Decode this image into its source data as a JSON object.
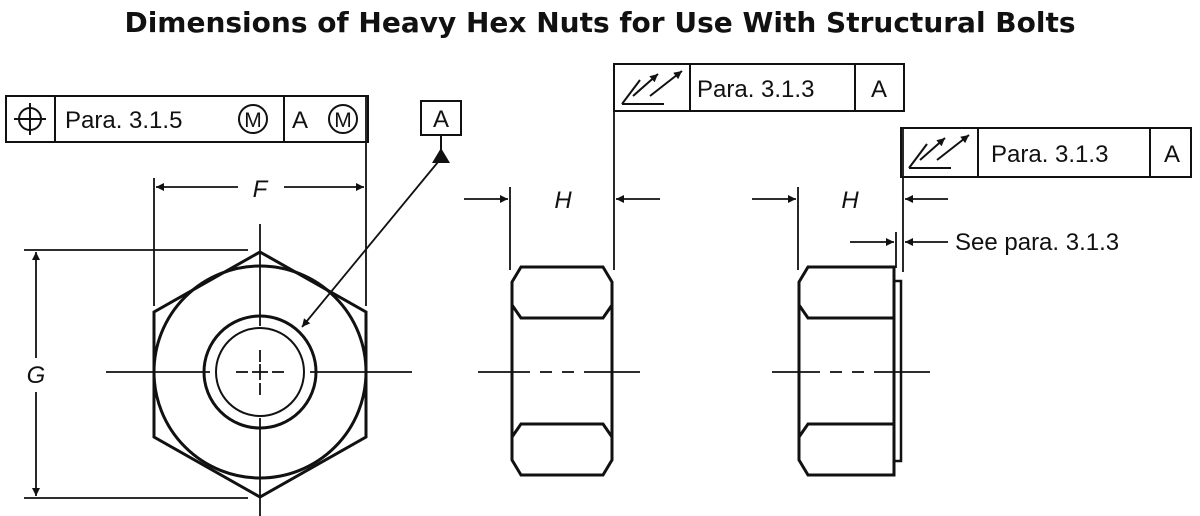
{
  "title": "Dimensions of Heavy Hex Nuts for Use With Structural Bolts",
  "top_view": {
    "fcf": {
      "symbol": "position-icon",
      "text": "Para. 3.1.5",
      "modifier": "M",
      "datum": "A",
      "datum_modifier": "M"
    },
    "datum_label": "A",
    "dim_f": "F",
    "dim_g": "G"
  },
  "side_view_1": {
    "fcf": {
      "symbol": "total-runout-icon",
      "text": "Para. 3.1.3",
      "datum": "A"
    },
    "dim_h": "H"
  },
  "side_view_2": {
    "fcf": {
      "symbol": "total-runout-icon",
      "text": "Para. 3.1.3",
      "datum": "A"
    },
    "dim_h": "H",
    "note": "See para. 3.1.3"
  },
  "colors": {
    "line": "#111111",
    "background": "#ffffff"
  }
}
